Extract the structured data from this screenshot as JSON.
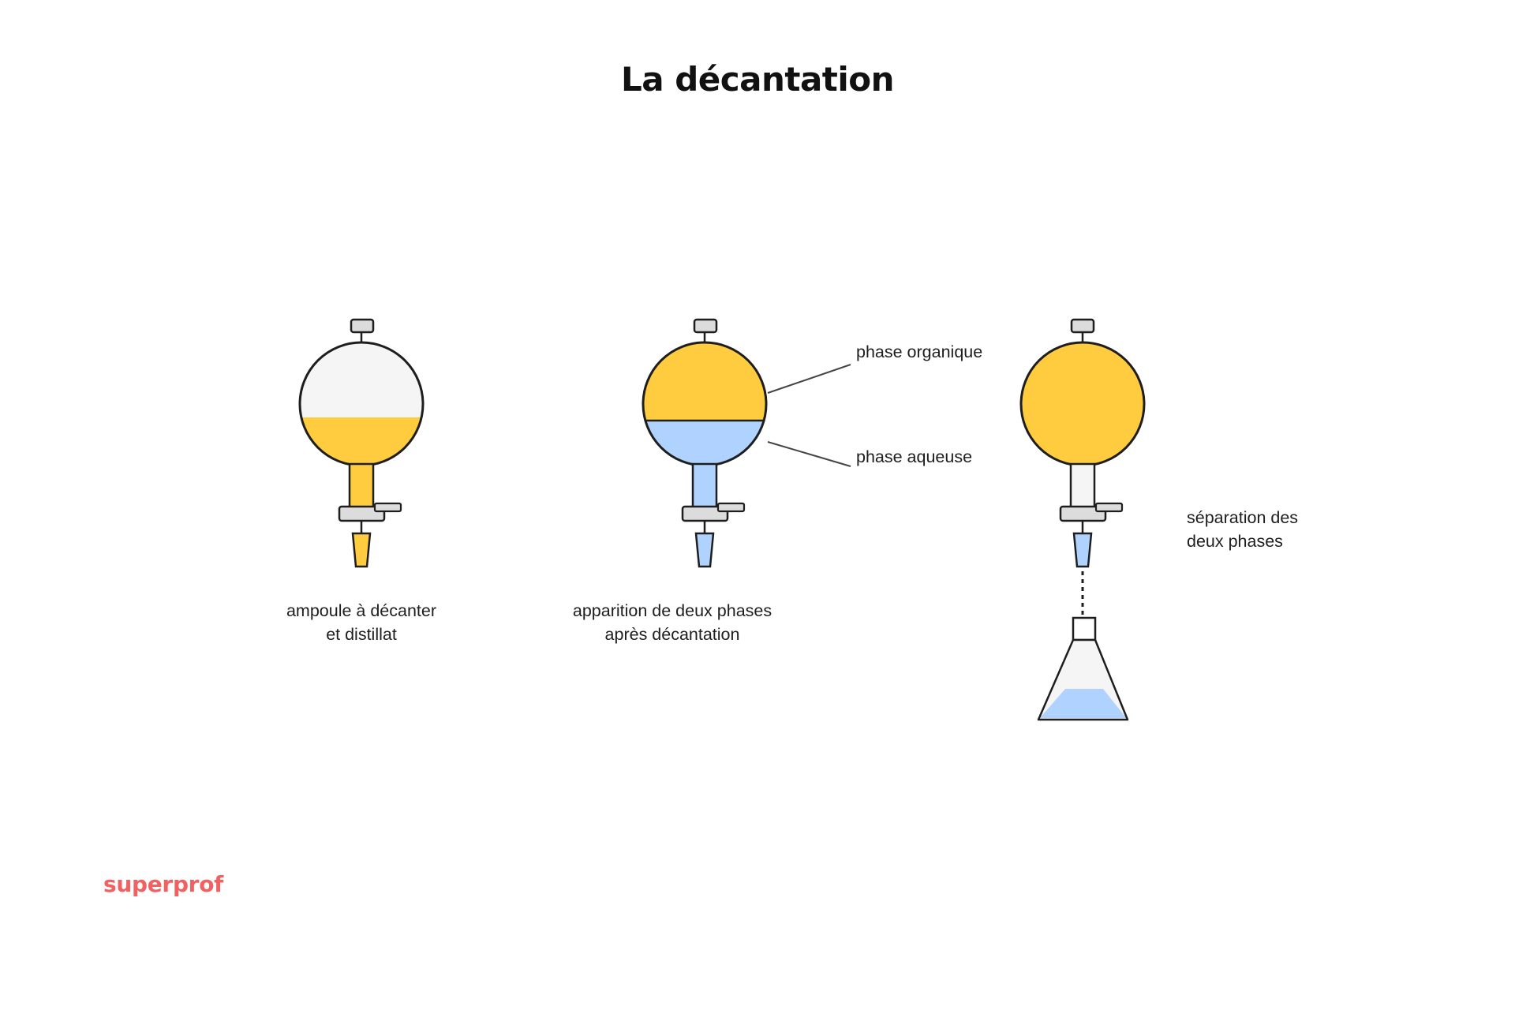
{
  "title": "La décantation",
  "labels": {
    "step1_line1": "ampoule à décanter",
    "step1_line2": "et distillat",
    "step2_line1": "apparition de deux phases",
    "step2_line2": "après décantation",
    "phase_organic": "phase organique",
    "phase_aqueous": "phase aqueuse",
    "step3_line1": "séparation des",
    "step3_line2": "deux phases"
  },
  "colors": {
    "organic": "#ffcc40",
    "aqueous": "#b0d2fe",
    "empty": "#f5f5f5",
    "stopcock": "#dcdcdc",
    "outline": "#1e1e1e",
    "brand": "#f26161"
  },
  "brand": "superprof"
}
